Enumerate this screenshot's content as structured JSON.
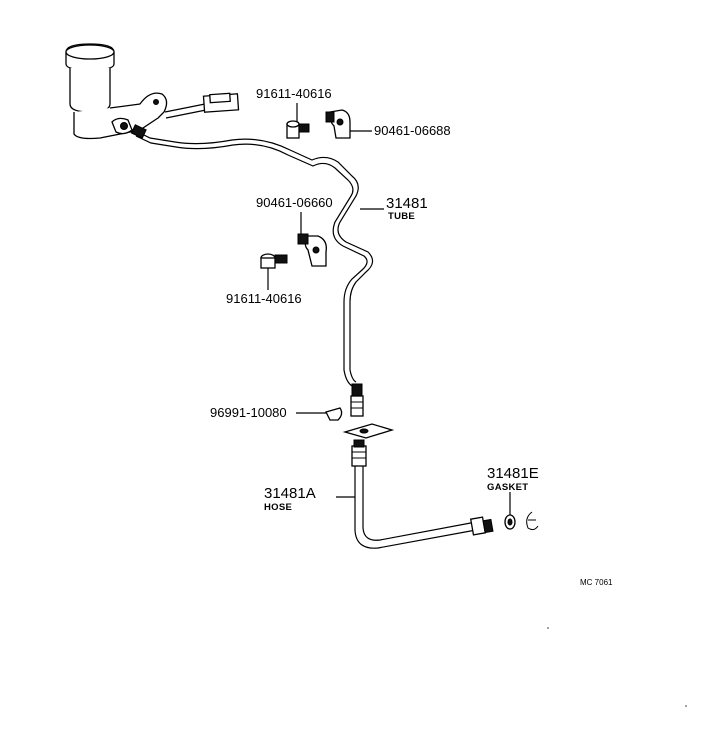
{
  "labels": {
    "bolt_top": "91611-40616",
    "clamp_top": "90461-06688",
    "clamp_mid": "90461-06660",
    "bolt_mid": "91611-40616",
    "tube_number": "31481",
    "tube_name": "TUBE",
    "clip": "96991-10080",
    "hose_number": "31481A",
    "hose_name": "HOSE",
    "gasket_number": "31481E",
    "gasket_name": "GASKET",
    "drawing_code": "MC  7061"
  }
}
